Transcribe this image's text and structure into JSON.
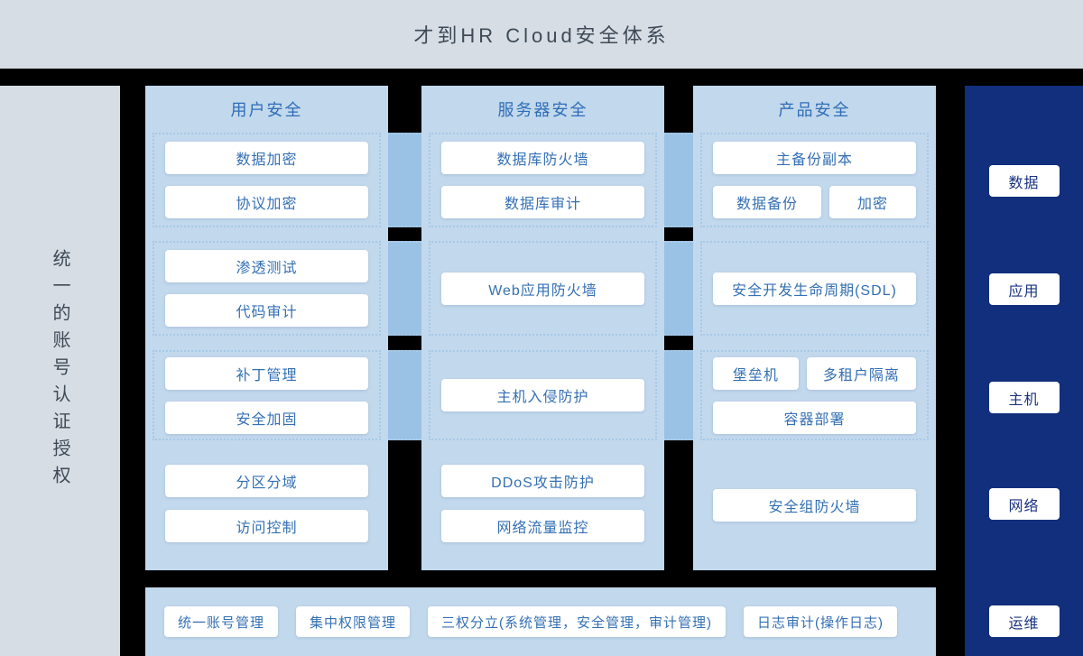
{
  "header": {
    "title": "才到HR Cloud安全体系"
  },
  "left_sidebar": {
    "label": "统一的账号认证授权"
  },
  "columns": [
    {
      "title": "用户安全",
      "groups": [
        {
          "items": [
            {
              "label": "数据加密"
            },
            {
              "label": "协议加密"
            }
          ]
        },
        {
          "items": [
            {
              "label": "渗透测试"
            },
            {
              "label": "代码审计"
            }
          ]
        },
        {
          "items": [
            {
              "label": "补丁管理"
            },
            {
              "label": "安全加固"
            }
          ]
        }
      ],
      "footer_items": [
        {
          "label": "分区分域"
        },
        {
          "label": "访问控制"
        }
      ]
    },
    {
      "title": "服务器安全",
      "groups": [
        {
          "items": [
            {
              "label": "数据库防火墙"
            },
            {
              "label": "数据库审计"
            }
          ]
        },
        {
          "items": [
            {
              "label": "Web应用防火墙"
            }
          ]
        },
        {
          "items": [
            {
              "label": "主机入侵防护"
            }
          ]
        }
      ],
      "footer_items": [
        {
          "label": "DDoS攻击防护"
        },
        {
          "label": "网络流量监控"
        }
      ]
    },
    {
      "title": "产品安全",
      "groups": [
        {
          "items": [
            {
              "label": "主备份副本"
            },
            {
              "label": "数据备份"
            },
            {
              "label": "加密"
            }
          ]
        },
        {
          "items": [
            {
              "label": "安全开发生命周期(SDL)"
            }
          ]
        },
        {
          "items": [
            {
              "label": "堡垒机"
            },
            {
              "label": "多租户隔离"
            },
            {
              "label": "容器部署"
            }
          ]
        }
      ],
      "footer_items": [
        {
          "label": "安全组防火墙"
        }
      ]
    }
  ],
  "right_sidebar": {
    "items": [
      {
        "label": "数据"
      },
      {
        "label": "应用"
      },
      {
        "label": "主机"
      },
      {
        "label": "网络"
      },
      {
        "label": "运维"
      }
    ]
  },
  "bottom_bar": {
    "items": [
      {
        "label": "统一账号管理"
      },
      {
        "label": "集中权限管理"
      },
      {
        "label": "三权分立(系统管理，安全管理，审计管理)"
      },
      {
        "label": "日志审计(操作日志)"
      }
    ]
  },
  "colors": {
    "header_gray": "#d7dde4",
    "panel_blue": "#c2d8ec",
    "bridge_blue": "#9ac2e4",
    "navy": "#122f7d",
    "accent_text": "#3470b4",
    "dark_text": "#3e4a57"
  }
}
